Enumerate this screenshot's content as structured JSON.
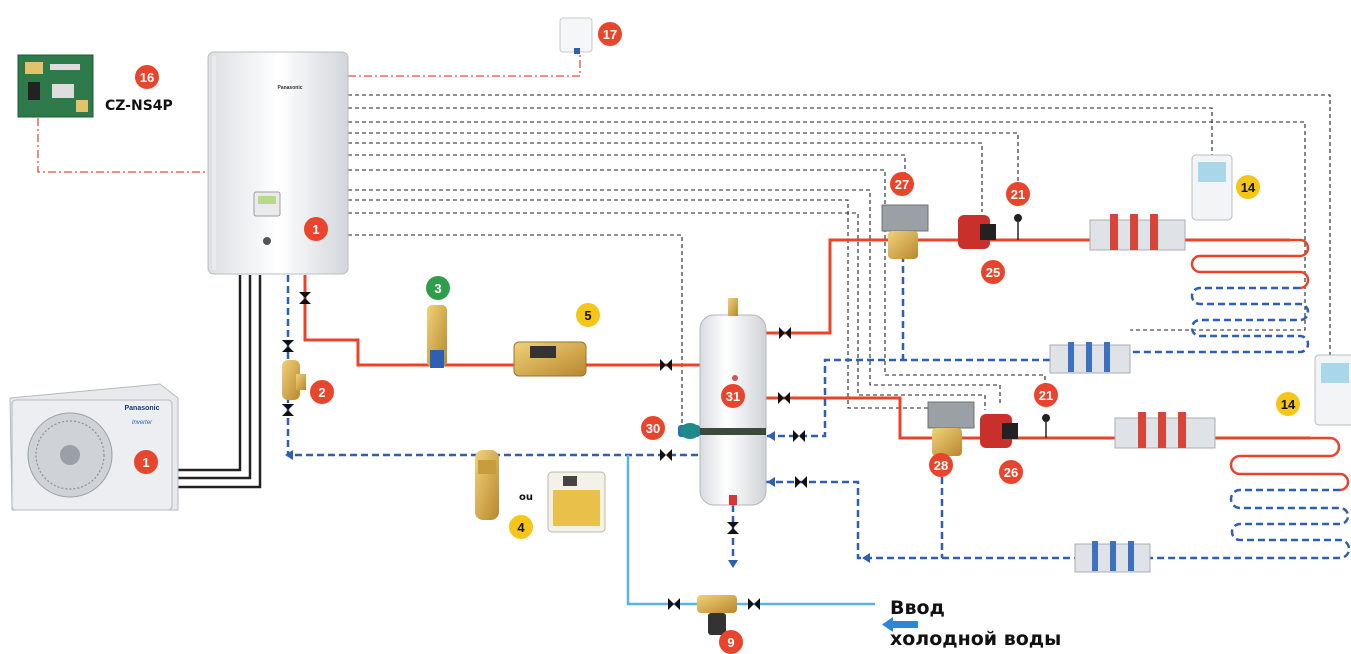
{
  "colors": {
    "hot_pipe": "#e8442a",
    "return_pipe": "#2f5fb0",
    "cold_water": "#5ab4e6",
    "signal_line": "#222222",
    "power_line": "#e05030",
    "badge_red": "#e8452c",
    "badge_yellow": "#f5c518",
    "badge_green": "#2e9e4a"
  },
  "icons": {
    "valve": "bowtie-valve-icon",
    "sensor": "temperature-sensor-icon",
    "arrow": "flow-arrow-icon"
  },
  "labels": {
    "controller_model": "CZ-NS4P",
    "filter_alternative": "ou",
    "cold_water_line1": "Ввод",
    "cold_water_line2": "холодной воды"
  },
  "badges": {
    "b16": "16",
    "b17": "17",
    "b1_indoor": "1",
    "b1_outdoor": "1",
    "b2": "2",
    "b3": "3",
    "b4": "4",
    "b5": "5",
    "b9": "9",
    "b14_top": "14",
    "b14_bottom": "14",
    "b21_top": "21",
    "b21_bottom": "21",
    "b25": "25",
    "b26": "26",
    "b27": "27",
    "b28": "28",
    "b30": "30",
    "b31": "31"
  },
  "indoor_unit": {
    "brand": "Panasonic"
  },
  "outdoor_unit": {
    "brand": "Panasonic",
    "series": "Inverter"
  }
}
